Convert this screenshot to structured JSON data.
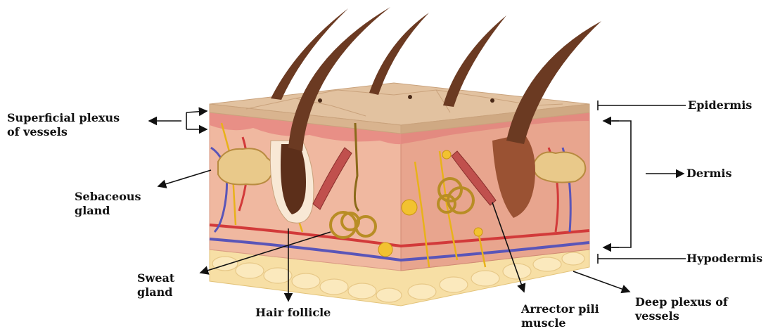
{
  "labels": {
    "superficial_plexus": [
      "Superficial plexus",
      "of vessels"
    ],
    "sebaceous_gland": [
      "Sebaceous",
      "gland"
    ],
    "sweat_gland": [
      "Sweat",
      "gland"
    ],
    "hair_follicle": "Hair follicle",
    "arrector_pili": [
      "Arrector pili",
      "muscle"
    ],
    "deep_plexus": [
      "Deep plexus of",
      "vessels"
    ],
    "epidermis": "Epidermis",
    "dermis": "Dermis",
    "hypodermis": "Hypodermis"
  },
  "colors": {
    "epidermis_top": "#e2c2a0",
    "dermis": "#f0b8a0",
    "dermis_side": "#e8a58e",
    "hypodermis": "#f7dfa5",
    "fat_cell": "#fbe9bd",
    "hair": "#6b3a22",
    "nerve": "#e8b21a",
    "artery": "#d23a3a",
    "vein": "#5a55b8",
    "muscle": "#c0504d",
    "gland": "#e9c98a"
  }
}
